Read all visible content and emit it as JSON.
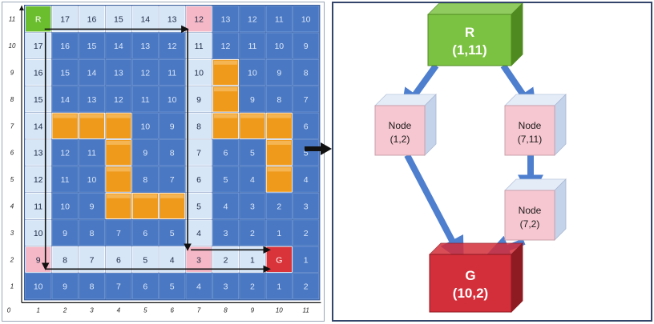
{
  "grid": {
    "columns": 11,
    "rows": 11,
    "x_axis_labels": [
      "0",
      "1",
      "2",
      "3",
      "4",
      "5",
      "6",
      "7",
      "8",
      "9",
      "10",
      "11"
    ],
    "y_axis_labels": [
      "11",
      "10",
      "9",
      "8",
      "7",
      "6",
      "5",
      "4",
      "3",
      "2",
      "1"
    ],
    "cell_values": [
      [
        "R",
        "17",
        "16",
        "15",
        "14",
        "13",
        "12",
        "13",
        "12",
        "11",
        "10"
      ],
      [
        "17",
        "16",
        "15",
        "14",
        "13",
        "12",
        "11",
        "12",
        "11",
        "10",
        "9"
      ],
      [
        "16",
        "15",
        "14",
        "13",
        "12",
        "11",
        "10",
        "",
        "10",
        "9",
        "8"
      ],
      [
        "15",
        "14",
        "13",
        "12",
        "11",
        "10",
        "9",
        "",
        "9",
        "8",
        "7"
      ],
      [
        "14",
        "",
        "",
        "",
        "10",
        "9",
        "8",
        "",
        "",
        "",
        "6"
      ],
      [
        "13",
        "12",
        "11",
        "",
        "9",
        "8",
        "7",
        "6",
        "5",
        "",
        "5"
      ],
      [
        "12",
        "11",
        "10",
        "",
        "8",
        "7",
        "6",
        "5",
        "4",
        "",
        "4"
      ],
      [
        "11",
        "10",
        "9",
        "",
        "",
        "",
        "5",
        "4",
        "3",
        "2",
        "3"
      ],
      [
        "10",
        "9",
        "8",
        "7",
        "6",
        "5",
        "4",
        "3",
        "2",
        "1",
        "2"
      ],
      [
        "9",
        "8",
        "7",
        "6",
        "5",
        "4",
        "3",
        "2",
        "1",
        "G",
        "1"
      ],
      [
        "10",
        "9",
        "8",
        "7",
        "6",
        "5",
        "4",
        "3",
        "2",
        "1",
        "2"
      ]
    ],
    "cell_types": [
      [
        "start",
        "light",
        "light",
        "light",
        "light",
        "light",
        "pink",
        "blue",
        "blue",
        "blue",
        "blue"
      ],
      [
        "light",
        "blue",
        "blue",
        "blue",
        "blue",
        "blue",
        "light",
        "blue",
        "blue",
        "blue",
        "blue"
      ],
      [
        "light",
        "blue",
        "blue",
        "blue",
        "blue",
        "blue",
        "light",
        "obstacle",
        "blue",
        "blue",
        "blue"
      ],
      [
        "light",
        "blue",
        "blue",
        "blue",
        "blue",
        "blue",
        "light",
        "obstacle",
        "blue",
        "blue",
        "blue"
      ],
      [
        "light",
        "obstacle",
        "obstacle",
        "obstacle",
        "blue",
        "blue",
        "light",
        "obstacle",
        "obstacle",
        "obstacle",
        "blue"
      ],
      [
        "light",
        "blue",
        "blue",
        "obstacle",
        "blue",
        "blue",
        "light",
        "blue",
        "blue",
        "obstacle",
        "blue"
      ],
      [
        "light",
        "blue",
        "blue",
        "obstacle",
        "blue",
        "blue",
        "light",
        "blue",
        "blue",
        "obstacle",
        "blue"
      ],
      [
        "light",
        "blue",
        "blue",
        "obstacle",
        "obstacle",
        "obstacle",
        "light",
        "blue",
        "blue",
        "blue",
        "blue"
      ],
      [
        "light",
        "blue",
        "blue",
        "blue",
        "blue",
        "blue",
        "light",
        "blue",
        "blue",
        "blue",
        "blue"
      ],
      [
        "pink",
        "light",
        "light",
        "light",
        "light",
        "light",
        "pink",
        "light",
        "light",
        "goal",
        "blue"
      ],
      [
        "blue",
        "blue",
        "blue",
        "blue",
        "blue",
        "blue",
        "blue",
        "blue",
        "blue",
        "blue",
        "blue"
      ]
    ],
    "colors": {
      "blue": "#4a78c2",
      "light": "#d7e6f7",
      "pink": "#f4b8c6",
      "start": "#6bbf2e",
      "goal": "#d8343a",
      "obstacle": "#f09a1c",
      "blue_text": "#dbe7fa",
      "dark_text": "#1d2a44"
    }
  },
  "graph": {
    "nodes": [
      {
        "id": "R",
        "label": "R",
        "coords": "(1,11)",
        "color": "#7cc242",
        "dark": "#4f8a21",
        "text_color": "#ffffff"
      },
      {
        "id": "A",
        "label": "Node",
        "coords": "(1,2)",
        "color": "#f7c7d1",
        "dark": "#c9d7ee",
        "text_color": "#1a1a1a"
      },
      {
        "id": "B",
        "label": "Node",
        "coords": "(7,11)",
        "color": "#f7c7d1",
        "dark": "#c9d7ee",
        "text_color": "#1a1a1a"
      },
      {
        "id": "C",
        "label": "Node",
        "coords": "(7,2)",
        "color": "#f7c7d1",
        "dark": "#c9d7ee",
        "text_color": "#1a1a1a"
      },
      {
        "id": "G",
        "label": "G",
        "coords": "(10,2)",
        "color": "#d32f3a",
        "dark": "#8e1a22",
        "text_color": "#ffffff"
      }
    ],
    "edges": [
      {
        "from": "R",
        "to": "A"
      },
      {
        "from": "R",
        "to": "B"
      },
      {
        "from": "B",
        "to": "C"
      },
      {
        "from": "A",
        "to": "G"
      },
      {
        "from": "C",
        "to": "G"
      }
    ],
    "edge_color": "#4e7fcf"
  }
}
